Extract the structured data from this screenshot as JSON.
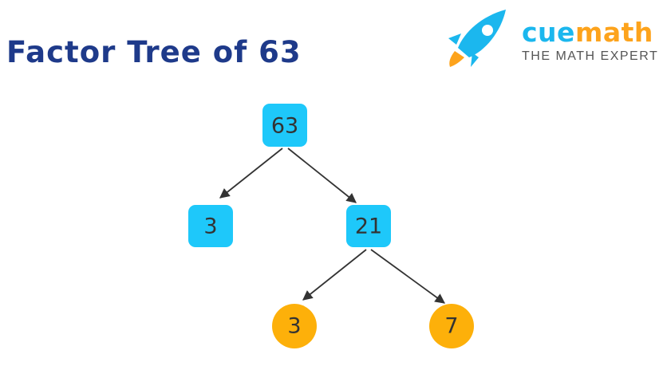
{
  "title": "Factor Tree of 63",
  "brand": {
    "name_part1": "cue",
    "name_part2": "math",
    "tagline": "THE MATH EXPERT",
    "colors": {
      "blue": "#1bb7ee",
      "orange": "#fda31c",
      "tagline": "#555555"
    }
  },
  "tree": {
    "root": "63",
    "level1": [
      "3",
      "21"
    ],
    "level2": [
      "3",
      "7"
    ],
    "colors": {
      "composite_box": "#1ec8fa",
      "prime_circle": "#fdb00a",
      "arrow": "#333333",
      "title": "#1e3a8a"
    }
  }
}
